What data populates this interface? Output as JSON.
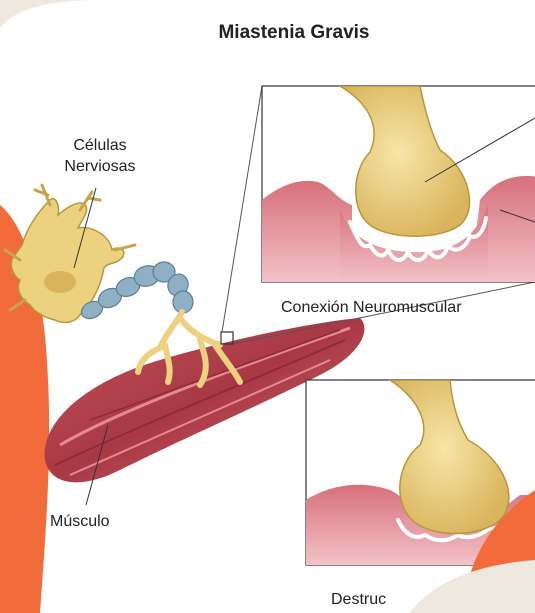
{
  "title": "Miastenia Gravis",
  "labels": {
    "nerve_cells_line1": "Células",
    "nerve_cells_line2": "Nerviosas",
    "muscle": "Músculo",
    "junction": "Conexión Neuromuscular",
    "destruction_partial": "Destruc"
  },
  "colors": {
    "background": "#efe8df",
    "card": "#ffffff",
    "accent_orange": "#f26b3a",
    "nerve_yellow": "#ecd27e",
    "axon_blue": "#8fb0c4",
    "muscle_red": "#b9464f",
    "membrane_pink": "#e88e98"
  }
}
